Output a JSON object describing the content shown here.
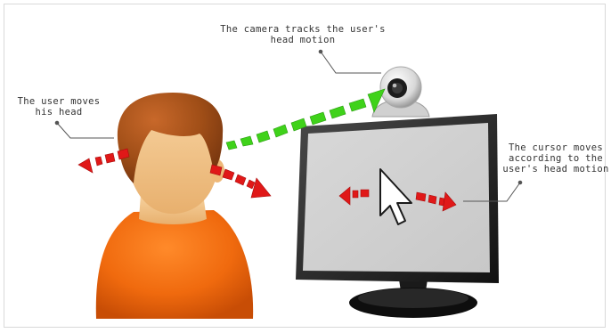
{
  "labels": {
    "camera": [
      "The camera tracks the user's",
      "head motion"
    ],
    "user": [
      "The user moves",
      "his head"
    ],
    "cursor": [
      "The cursor moves",
      "according to the",
      "user's head motion"
    ]
  },
  "icons": {
    "camera": "webcam-icon",
    "user": "user-avatar-icon",
    "monitor": "monitor-icon",
    "cursor": "mouse-pointer-icon"
  },
  "colors": {
    "head_arrow": "#e01818",
    "tracking_arrow": "#3fd21a",
    "skin": "#f3c58c",
    "hair": "#a04e17",
    "shirt": "#f0640a"
  }
}
